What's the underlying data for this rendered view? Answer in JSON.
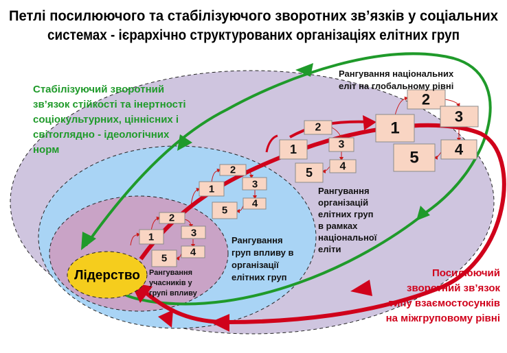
{
  "title": {
    "line1": "Петлі посилюючого та стабілізуючого зворотних зв’язків у соціальних",
    "line2": "системах - ієрархічно структурованих організаціях елітних груп"
  },
  "labels": {
    "stabilizing": [
      "Стабілізуючий зворотний",
      "зв’язок  стійкості та інертності",
      "соціокультурних, ціннісних і",
      "світоглядно - ідеологічних",
      "норм"
    ],
    "reinforcing": [
      "Посилюючий",
      "зворотний зв’язок",
      "типу взаємостосунків",
      "на міжгруповому рівні"
    ],
    "global": [
      "Рангування національних",
      "еліт на глобальному рівні"
    ],
    "national": [
      "Рангування",
      "організацій",
      "елітних груп",
      "в рамках",
      "національної",
      "еліти"
    ],
    "organization": [
      "Рангування",
      "груп впливу в",
      "організації",
      "елітних груп"
    ],
    "group": [
      "Рангування",
      "учасників у",
      "групі впливу"
    ],
    "leadership": "Лідерство"
  },
  "ranks": [
    "1",
    "2",
    "3",
    "4",
    "5"
  ],
  "colors": {
    "green": "#1f9a2a",
    "red": "#d0021b",
    "outer": "#cfc5df",
    "middle": "#a9d4f5",
    "inner": "#c9a3c6",
    "leader": "#f5cd1d"
  }
}
